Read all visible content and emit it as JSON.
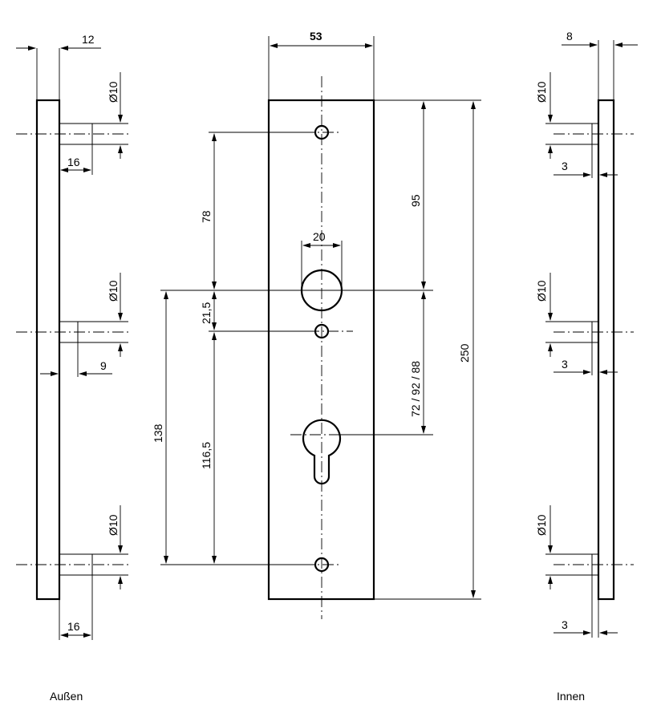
{
  "view_labels": {
    "outside": "Außen",
    "inside": "Innen"
  },
  "dimensions": {
    "outside_thickness": "12",
    "outside_stud_dia_top": "Ø10",
    "outside_stud_len_top": "16",
    "outside_stud_dia_mid": "Ø10",
    "outside_stud_len_mid": "9",
    "outside_stud_dia_bot": "Ø10",
    "outside_stud_len_bot": "16",
    "plate_width": "53",
    "handle_hole_dia": "20",
    "top_to_handle": "95",
    "handle_to_cylinder": "72 / 92 / 88",
    "plate_height": "250",
    "top_hole_to_handle": "78",
    "handle_to_small_hole": "21,5",
    "small_hole_to_bottom_hole": "116,5",
    "handle_to_bottom_hole": "138",
    "inside_thickness": "8",
    "inside_stud_dia_top": "Ø10",
    "inside_stud_len_top": "3",
    "inside_stud_dia_mid": "Ø10",
    "inside_stud_len_mid": "3",
    "inside_stud_dia_bot": "Ø10",
    "inside_stud_len_bot": "3"
  }
}
